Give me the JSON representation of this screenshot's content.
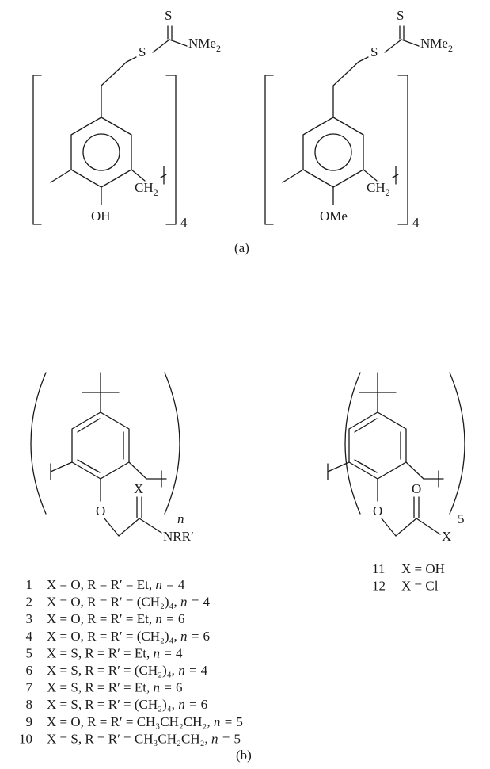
{
  "panel_a": {
    "caption": "(a)",
    "structure_left": {
      "thiocarbonyl_s": "S",
      "thioether_s": "S",
      "amine_group": "NMe",
      "amine_sub": "2",
      "methylene": "CH",
      "methylene_sub": "2",
      "phenol_group": "OH",
      "repeat_count": "4"
    },
    "structure_right": {
      "thiocarbonyl_s": "S",
      "thioether_s": "S",
      "amine_group": "NMe",
      "amine_sub": "2",
      "methylene": "CH",
      "methylene_sub": "2",
      "methoxy_group": "OMe",
      "repeat_count": "4"
    }
  },
  "panel_b": {
    "caption": "(b)",
    "structure_left": {
      "x_atom": "X",
      "ether_o": "O",
      "amide_n": "NRR′",
      "repeat_count": "n"
    },
    "structure_right": {
      "carbonyl_o": "O",
      "ether_o": "O",
      "x_atom": "X",
      "repeat_count": "5"
    },
    "compounds": [
      {
        "num": "1",
        "text": "X = O, R = R′ = Et, ",
        "n": "4"
      },
      {
        "num": "2",
        "text": "X = O, R = R′ = (CH₂)₄, ",
        "n": "4"
      },
      {
        "num": "3",
        "text": "X = O, R = R′ = Et, ",
        "n": "6"
      },
      {
        "num": "4",
        "text": "X = O, R = R′ = (CH₂)₄, ",
        "n": "6"
      },
      {
        "num": "5",
        "text": "X = S, R = R′ = Et, ",
        "n": "4"
      },
      {
        "num": "6",
        "text": "X = S, R = R′ = (CH₂)₄, ",
        "n": "4"
      },
      {
        "num": "7",
        "text": "X = S, R = R′ = Et, ",
        "n": "6"
      },
      {
        "num": "8",
        "text": "X = S, R = R′ = (CH₂)₄, ",
        "n": "6"
      },
      {
        "num": "9",
        "text": "X = O, R = R′ = CH₃CH₂CH₂, ",
        "n": "5"
      },
      {
        "num": "10",
        "text": "X = S, R = R′ = CH₃CH₂CH₂, ",
        "n": "5"
      }
    ],
    "compounds_right": [
      {
        "num": "11",
        "text": "X = OH"
      },
      {
        "num": "12",
        "text": "X = Cl"
      }
    ]
  }
}
